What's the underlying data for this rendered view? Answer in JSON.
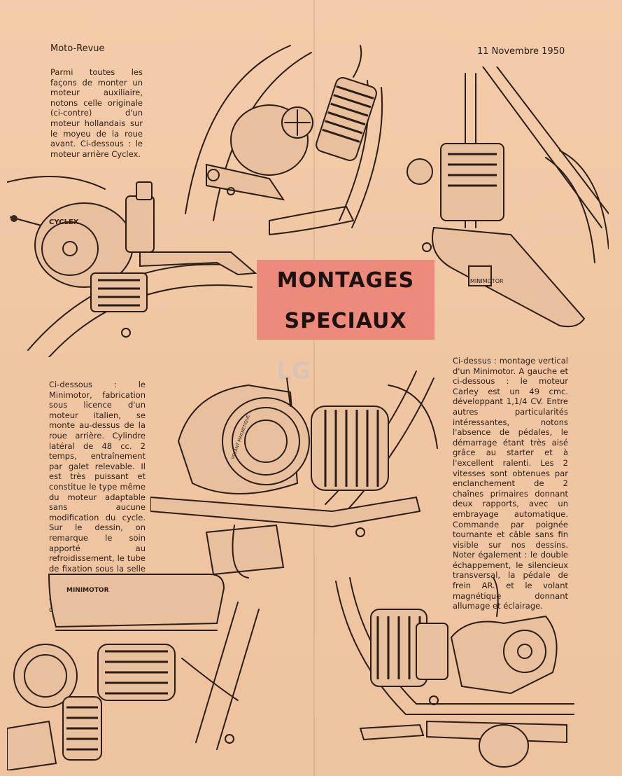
{
  "header": {
    "publication": "Moto-Revue",
    "date": "11 Novembre 1950"
  },
  "title": {
    "line1": "MONTAGES",
    "line2": "SPECIAUX"
  },
  "captions": {
    "top_left": "Parmi toutes les façons de monter un moteur auxiliaire, notons celle originale (ci-contre) d'un moteur hollandais sur le moyeu de la roue avant. Ci-dessous : le moteur arrière Cyclex.",
    "middle_left": "Ci-dessous : le Minimotor, fabrication sous licence d'un moteur italien, se monte au-dessus de la roue arrière. Cylindre latéral de 48 cc. 2 temps, entraînement par galet relevable. Il est très puissant et constitue le type même du moteur adaptable sans aucune modification du cycle. Sur le dessin, on remarque le soin apporté au refroidissement, le tube de fixation sous la selle et le volant magnétique. Le carburateur se trouve de l'autre côté.",
    "middle_right": "Ci-dessus : montage vertical d'un Minimotor. A gauche et ci-dessous : le moteur Carley est un 49 cmc. développant 1,1/4 CV. Entre autres particularités intéressantes, notons l'absence de pédales, le démarrage étant très aisé grâce au starter et à l'excellent ralenti. Les 2 vitesses sont obtenues par enclanchement de 2 chaînes primaires donnant deux rapports, avec un embrayage automatique. Commande par poignée tournante et câble sans fin visible sur nos dessins. Noter également : le double échappement, le silencieux transversal, la pédale de frein AR. et le volant magnétique donnant allumage et éclairage."
  },
  "illustration_labels": {
    "cyclex_casing": "CYCLEX",
    "minimotor_tank": "MINIMOTOR",
    "vertical_housing": "MINIMOTOR",
    "flywheel": "VOLANT MAGNETIQUE"
  },
  "watermark": "LG"
}
